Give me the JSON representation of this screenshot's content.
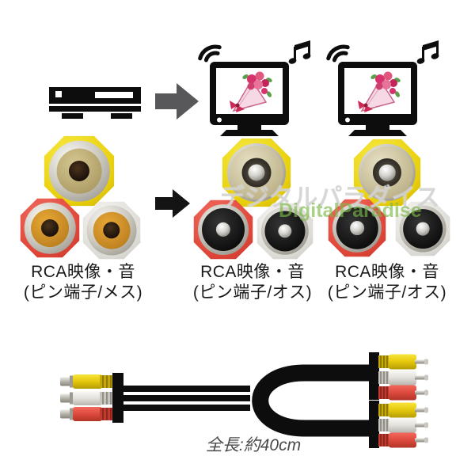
{
  "watermark": {
    "jp": "デジタルパラダイス",
    "en": "DigitalParadise"
  },
  "groups": [
    {
      "id": "rca-female-set",
      "gender": "female",
      "jacks": [
        "yellow",
        "red",
        "white"
      ],
      "label": [
        "RCA映像・音",
        "(ピン端子/メス)"
      ]
    },
    {
      "id": "rca-male-set-1",
      "gender": "male",
      "jacks": [
        "yellow",
        "red",
        "white"
      ],
      "label": [
        "RCA映像・音",
        "(ピン端子/オス)"
      ]
    },
    {
      "id": "rca-male-set-2",
      "gender": "male",
      "jacks": [
        "yellow",
        "red",
        "white"
      ],
      "label": [
        "RCA映像・音",
        "(ピン端子/オス)"
      ]
    }
  ],
  "cable": {
    "length_label": "全長:約40cm",
    "left_plugs": [
      "yellow",
      "white",
      "red"
    ],
    "right_plug_sets": [
      [
        "yellow",
        "white",
        "red"
      ],
      [
        "yellow",
        "white",
        "red"
      ]
    ]
  },
  "icons": {
    "source_device": "dvd-player-icon",
    "arrow_top": "arrow-right-icon",
    "arrow_middle": "arrow-right-icon",
    "tv": "tv-icon",
    "signal": "signal-waves-icon",
    "music": "music-note-icon",
    "screen_image": "flower-bouquet"
  },
  "colors": {
    "rca_yellow": "#EDD011",
    "rca_red": "#E0564A",
    "rca_white": "#ECEAE6",
    "arrow_gray": "#58585A",
    "arrow_black": "#141414",
    "cable_black": "#0D0D0D",
    "watermark_gray": "#B6B6B6",
    "watermark_green": "#7AB848",
    "label_text": "#1A1A1A",
    "length_text": "#4A4A4A"
  }
}
